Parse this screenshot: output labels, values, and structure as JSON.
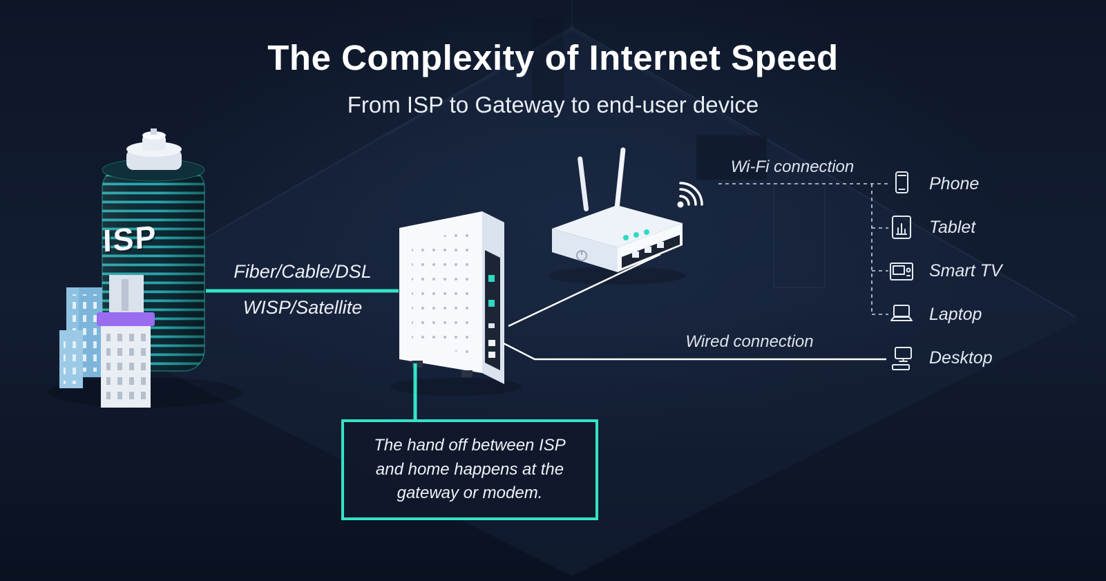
{
  "title": "The Complexity of Internet Speed",
  "subtitle": "From ISP to Gateway to end-user device",
  "isp": {
    "label": "ISP"
  },
  "connections": {
    "fiber_label": "Fiber/Cable/DSL",
    "satellite_label": "WISP/Satellite",
    "wifi_label": "Wi-Fi connection",
    "wired_label": "Wired connection"
  },
  "callout": {
    "text": "The hand off between ISP and home happens at the gateway or modem."
  },
  "devices": [
    {
      "id": "phone",
      "icon": "phone-icon",
      "label": "Phone"
    },
    {
      "id": "tablet",
      "icon": "tablet-icon",
      "label": "Tablet"
    },
    {
      "id": "smart-tv",
      "icon": "smart-tv-icon",
      "label": "Smart TV"
    },
    {
      "id": "laptop",
      "icon": "laptop-icon",
      "label": "Laptop"
    },
    {
      "id": "desktop",
      "icon": "desktop-icon",
      "label": "Desktop"
    }
  ],
  "colors": {
    "background": "#111a2c",
    "accent": "#35e3c6",
    "text": "#ffffff",
    "tower_stripe": "#2ba5ab",
    "building_purple": "#9a6cf0",
    "building_blue": "#7db5da"
  }
}
